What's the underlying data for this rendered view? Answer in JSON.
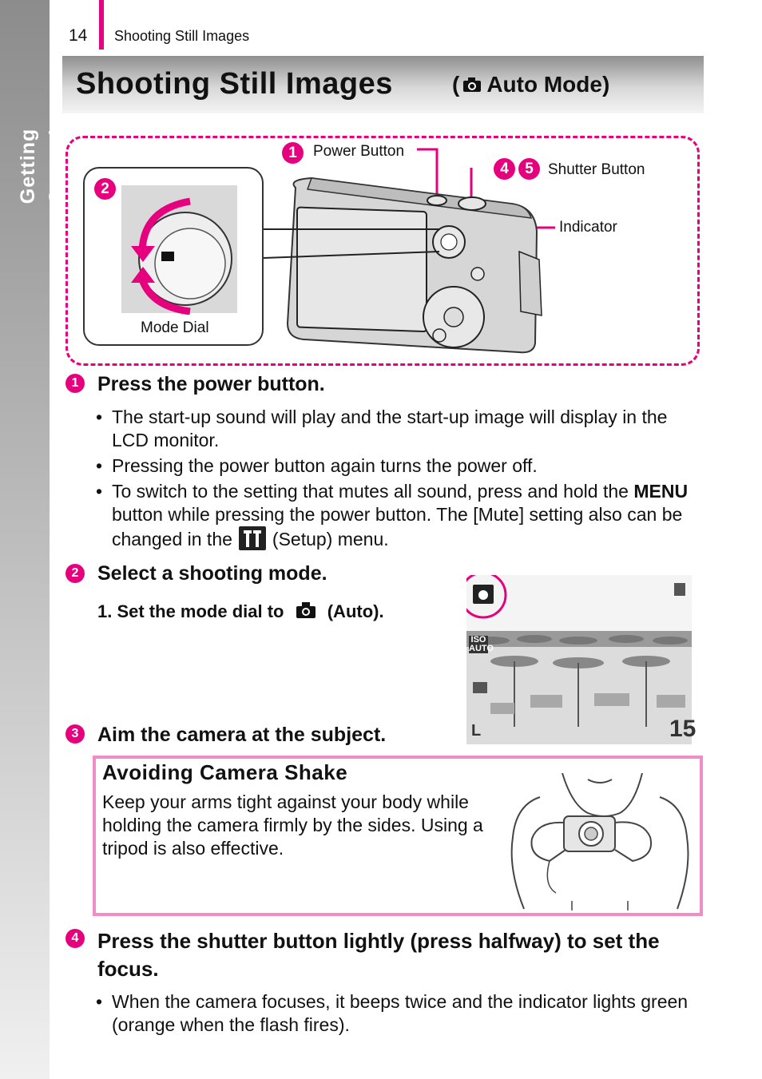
{
  "side_tab": "Getting Started",
  "header": {
    "page_number": "14",
    "running_title": "Shooting Still Images"
  },
  "title": {
    "main": "Shooting Still Images",
    "mode": "Auto Mode)",
    "open_paren": "("
  },
  "diagram": {
    "markers": [
      "1",
      "2",
      "4",
      "5"
    ],
    "labels": {
      "power_button": "Power Button",
      "shutter_button": "Shutter Button",
      "indicator": "Indicator",
      "mode_dial": "Mode Dial"
    }
  },
  "steps": [
    {
      "num": "1",
      "heading": "Press the power button.",
      "bullets": [
        "The start-up sound will play and the start-up image will display in the LCD monitor.",
        "Pressing the power button again turns the power off."
      ],
      "bullet3": {
        "part1": "To switch to the setting that mutes all sound, press and hold the",
        "menu": "MENU",
        "part2": "button while pressing the power button. The [Mute] setting also can be changed in the",
        "part3": "(Setup) menu."
      }
    },
    {
      "num": "2",
      "heading": "Select a shooting mode.",
      "sub_pre": "1. Set the mode dial to",
      "sub_post": "(Auto)."
    },
    {
      "num": "3",
      "heading": "Aim the camera at the subject."
    },
    {
      "num": "4",
      "heading": "Press the shutter button lightly (press halfway) to set the focus.",
      "bullets": [
        "When the camera focuses, it beeps twice and the indicator lights green (orange when the flash fires)."
      ]
    }
  ],
  "tip": {
    "title": "Avoiding Camera Shake",
    "text": "Keep your arms tight against your body while holding the camera firmly by the sides. Using a tripod is also effective."
  },
  "lcd": {
    "shots_remaining": "15",
    "iso": "ISO AUTO",
    "size": "L"
  },
  "colors": {
    "accent": "#e6007e",
    "tip_border": "#f08cc8"
  }
}
